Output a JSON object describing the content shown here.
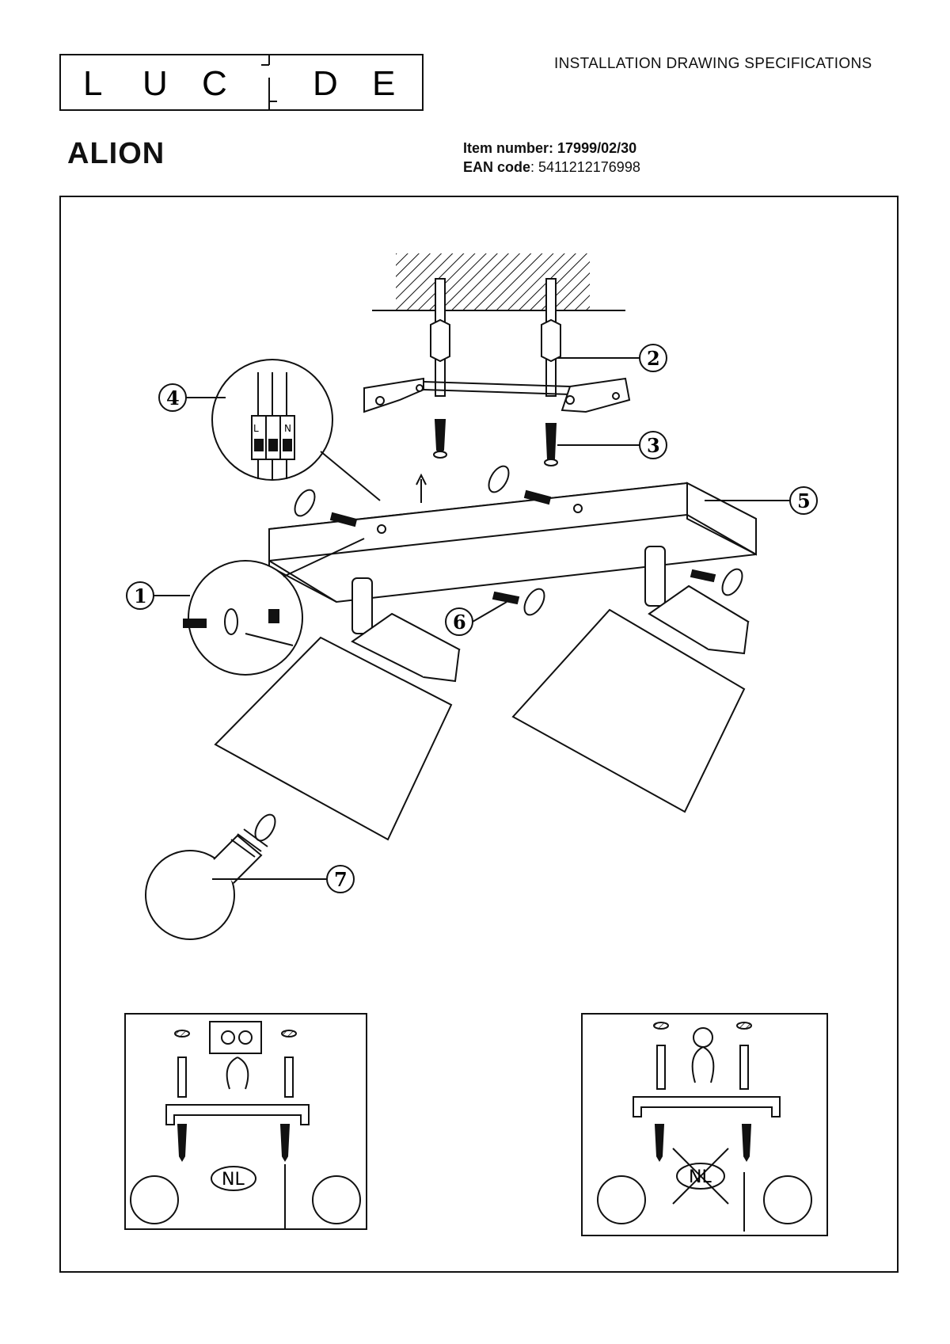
{
  "header": {
    "brand": "LUCIDE",
    "brand_letters": [
      "L",
      "U",
      "C",
      "I",
      "D",
      "E"
    ],
    "doc_type": "INSTALLATION DRAWING SPECIFICATIONS"
  },
  "product": {
    "name": "ALION",
    "item_label": "Item number:",
    "item_value": "17999/02/30",
    "ean_label": "EAN code",
    "ean_value": ": 5411212176998"
  },
  "callouts": [
    "1",
    "2",
    "3",
    "4",
    "5",
    "6",
    "7"
  ],
  "terminal_labels": [
    "L",
    "N"
  ],
  "insets": {
    "left_label": "NL",
    "right_label": "NL"
  }
}
